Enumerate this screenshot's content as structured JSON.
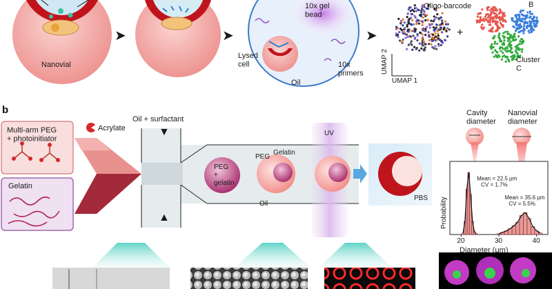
{
  "panel_b": {
    "letter": "b"
  },
  "panel_a": {
    "nanovial": "Nanovial",
    "gel_bead": "10x gel\nbead",
    "lysed_cell": "Lysed\ncell",
    "oil": "Oil",
    "primers": "10x\nprimers",
    "oligo_barcode": "Oligo-barcode",
    "cluster_b": "B",
    "cluster_c": "Cluster\nC",
    "umap1": "UMAP 1",
    "umap2": "UMAP 2",
    "plus": "+"
  },
  "inputs": {
    "peg": "Multi-arm PEG\n+ photoinitiator",
    "gelatin": "Gelatin",
    "acrylate": "Acrylate"
  },
  "device": {
    "oil_surfactant": "Oil + surfactant",
    "peg_gelatin": "PEG\n+\ngelatin",
    "peg": "PEG",
    "gelatin": "Gelatin",
    "oil": "Oil",
    "uv": "UV",
    "pbs": "PBS"
  },
  "measure": {
    "cavity": "Cavity\ndiameter",
    "nanovial": "Nanovial\ndiameter"
  },
  "colors": {
    "nanovial_outer": "#f0a0a0",
    "nanovial_rim": "#c0141c",
    "peg_box": "#f9dede",
    "gelatin_box": "#efe0f2",
    "channel": "#e6ecee",
    "cluster_red": "#e8554e",
    "cluster_blue": "#3a7fd9",
    "cluster_green": "#2faa3a",
    "uv": "#d8b4e8"
  },
  "chart_data": {
    "type": "histogram",
    "xlabel": "Diameter (μm)",
    "ylabel": "Probability",
    "xlim": [
      17,
      43
    ],
    "ylim": [
      0,
      1
    ],
    "xticks": [
      20,
      30,
      40
    ],
    "series": [
      {
        "name": "cavity",
        "bins": [
          20.5,
          21,
          21.5,
          22,
          22.5,
          23,
          23.5,
          24
        ],
        "values": [
          0.02,
          0.18,
          0.62,
          0.85,
          0.55,
          0.18,
          0.04,
          0.01
        ],
        "mean_label": "Mean = 22.5 μm",
        "cv_label": "CV = 1.7%"
      },
      {
        "name": "nanovial",
        "bins": [
          30,
          31,
          32,
          33,
          34,
          35,
          36,
          37,
          38,
          39,
          40,
          41
        ],
        "values": [
          0.01,
          0.03,
          0.05,
          0.08,
          0.12,
          0.17,
          0.26,
          0.3,
          0.22,
          0.11,
          0.05,
          0.02
        ],
        "mean_label": "Mean = 35.6 μm",
        "cv_label": "CV = 5.5%"
      }
    ]
  }
}
